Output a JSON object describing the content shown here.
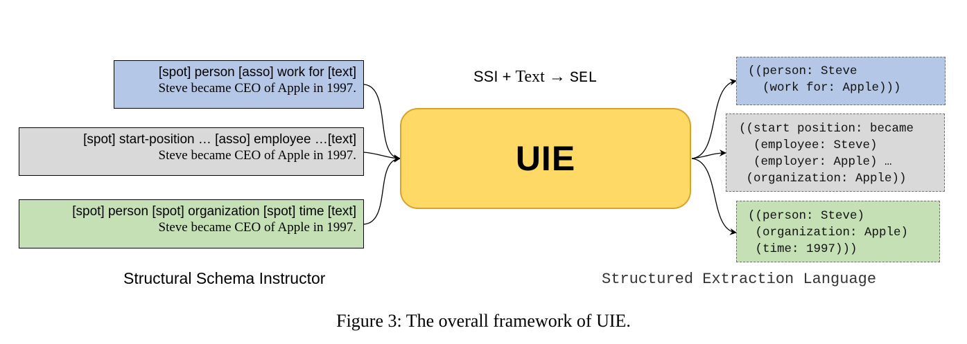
{
  "formula": {
    "left": "SSI + ",
    "middle": "Text → ",
    "right": "SEL"
  },
  "model": {
    "label": "UIE"
  },
  "inputs": [
    {
      "schema": "[spot] person [asso] work for [text]",
      "sentence": "Steve became CEO of Apple in 1997.",
      "color": "#b4c7e7"
    },
    {
      "schema": "[spot] start-position … [asso] employee …[text]",
      "sentence": "Steve became CEO of Apple in 1997.",
      "color": "#d9d9d9"
    },
    {
      "schema": "[spot] person [spot] organization [spot] time [text]",
      "sentence": "Steve became CEO of Apple in 1997.",
      "color": "#c5e0b4"
    }
  ],
  "outputs": [
    {
      "text": "((person: Steve\n  (work for: Apple)))",
      "color": "#b4c7e7"
    },
    {
      "text": "((start position: became\n  (employee: Steve)\n  (employer: Apple) …\n (organization: Apple))",
      "color": "#d9d9d9"
    },
    {
      "text": "((person: Steve)\n (organization: Apple)\n (time: 1997)))",
      "color": "#c5e0b4"
    }
  ],
  "labels": {
    "ssi": "Structural Schema Instructor",
    "sel": "Structured Extraction Language"
  },
  "caption": "Figure 3: The overall framework of UIE."
}
